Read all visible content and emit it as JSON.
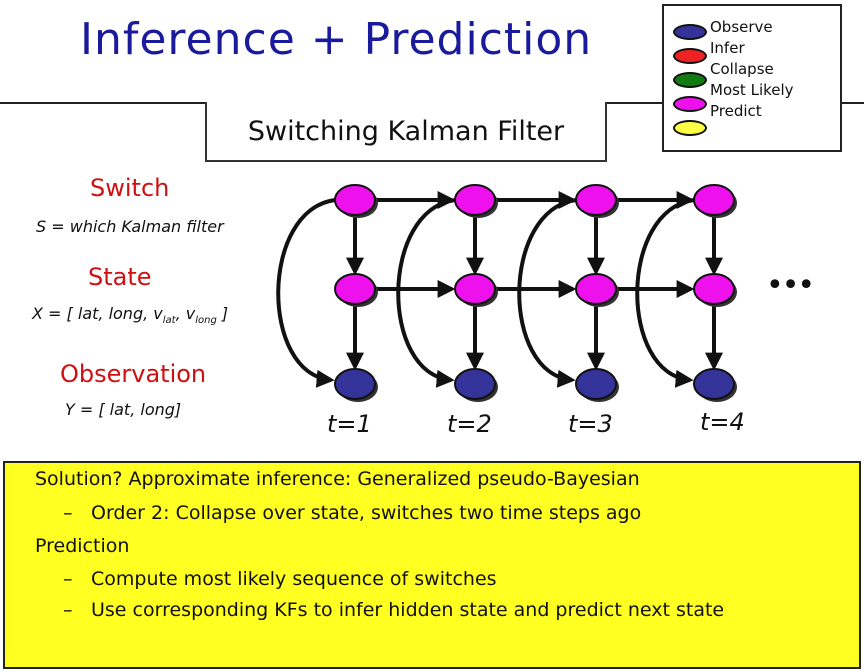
{
  "title": "Inference + Prediction",
  "subtitle": "Switching Kalman Filter",
  "legend": [
    {
      "label": "Observe",
      "color": "#33339a"
    },
    {
      "label": "Infer",
      "color": "#ee2222"
    },
    {
      "label": "Collapse",
      "color": "#127a12"
    },
    {
      "label": "Most Likely",
      "color": "#ee11ee"
    },
    {
      "label": "Predict",
      "color": "#ffff44"
    }
  ],
  "rows": {
    "switch": {
      "label": "Switch",
      "desc": "S = which Kalman filter"
    },
    "state": {
      "label": "State",
      "desc_prefix": "X = [ lat, long, v",
      "sub1": "lat",
      "desc_mid": ", v",
      "sub2": "long",
      "desc_suffix": " ]"
    },
    "observation": {
      "label": "Observation",
      "desc": "Y = [ lat, long]"
    }
  },
  "time_labels": [
    "t=1",
    "t=2",
    "t=3",
    "t=4"
  ],
  "ellipsis": "•••",
  "node_colors": {
    "switch": "#ee11ee",
    "state": "#ee11ee",
    "observation": "#33339a"
  },
  "bullets": [
    {
      "level": 1,
      "text": "Solution? Approximate inference: Generalized pseudo-Bayesian"
    },
    {
      "level": 2,
      "dash": "–",
      "text": "Order 2: Collapse over state, switches two time steps ago"
    },
    {
      "level": 1,
      "text": "Prediction"
    },
    {
      "level": 2,
      "dash": "–",
      "text": "Compute most likely sequence of switches"
    },
    {
      "level": 2,
      "dash": "–",
      "text": "Use corresponding KFs to infer hidden state and predict next state"
    }
  ]
}
